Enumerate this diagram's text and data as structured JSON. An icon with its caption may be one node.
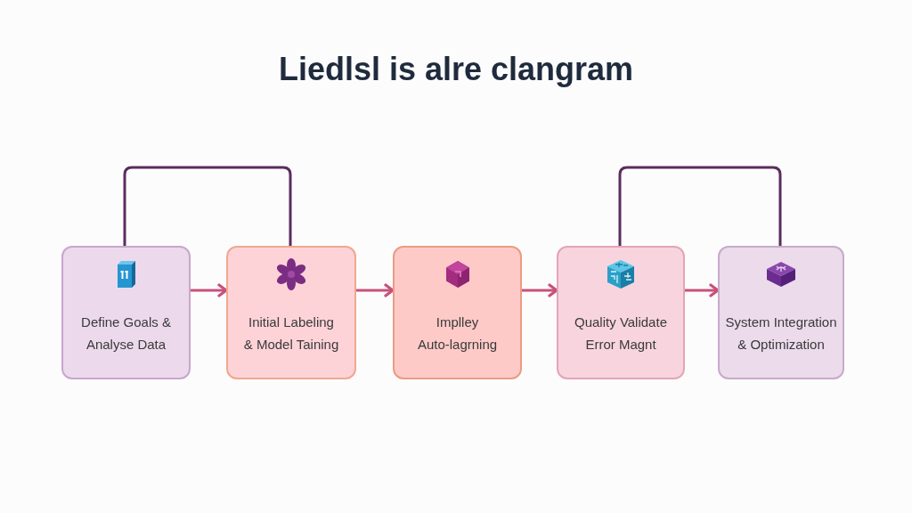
{
  "diagram": {
    "title": "Liedlsl is alre clangram",
    "nodes": [
      {
        "text": [
          "Define Goals & Analyse Data"
        ]
      },
      {
        "text": [
          "Initial Labeling & Model Taining"
        ]
      },
      {
        "text": [
          "Implley Auto-lagrning"
        ]
      },
      {
        "text": [
          "Quality Validate Error Magnt"
        ]
      },
      {
        "text": [
          "System Integration & Optimization"
        ]
      }
    ],
    "edges": [
      {
        "from": 0,
        "to": 1,
        "arrow": "to"
      },
      {
        "from": 1,
        "to": 2,
        "arrow": "to"
      },
      {
        "from": 2,
        "to": 3,
        "arrow": "to"
      },
      {
        "from": 3,
        "to": 4,
        "arrow": "to"
      },
      {
        "from": 0,
        "to": 1,
        "arrow": "none",
        "color": "#5a2d5e"
      },
      {
        "from": 3,
        "to": 4,
        "arrow": "none",
        "color": "#5a2d5e"
      }
    ]
  }
}
